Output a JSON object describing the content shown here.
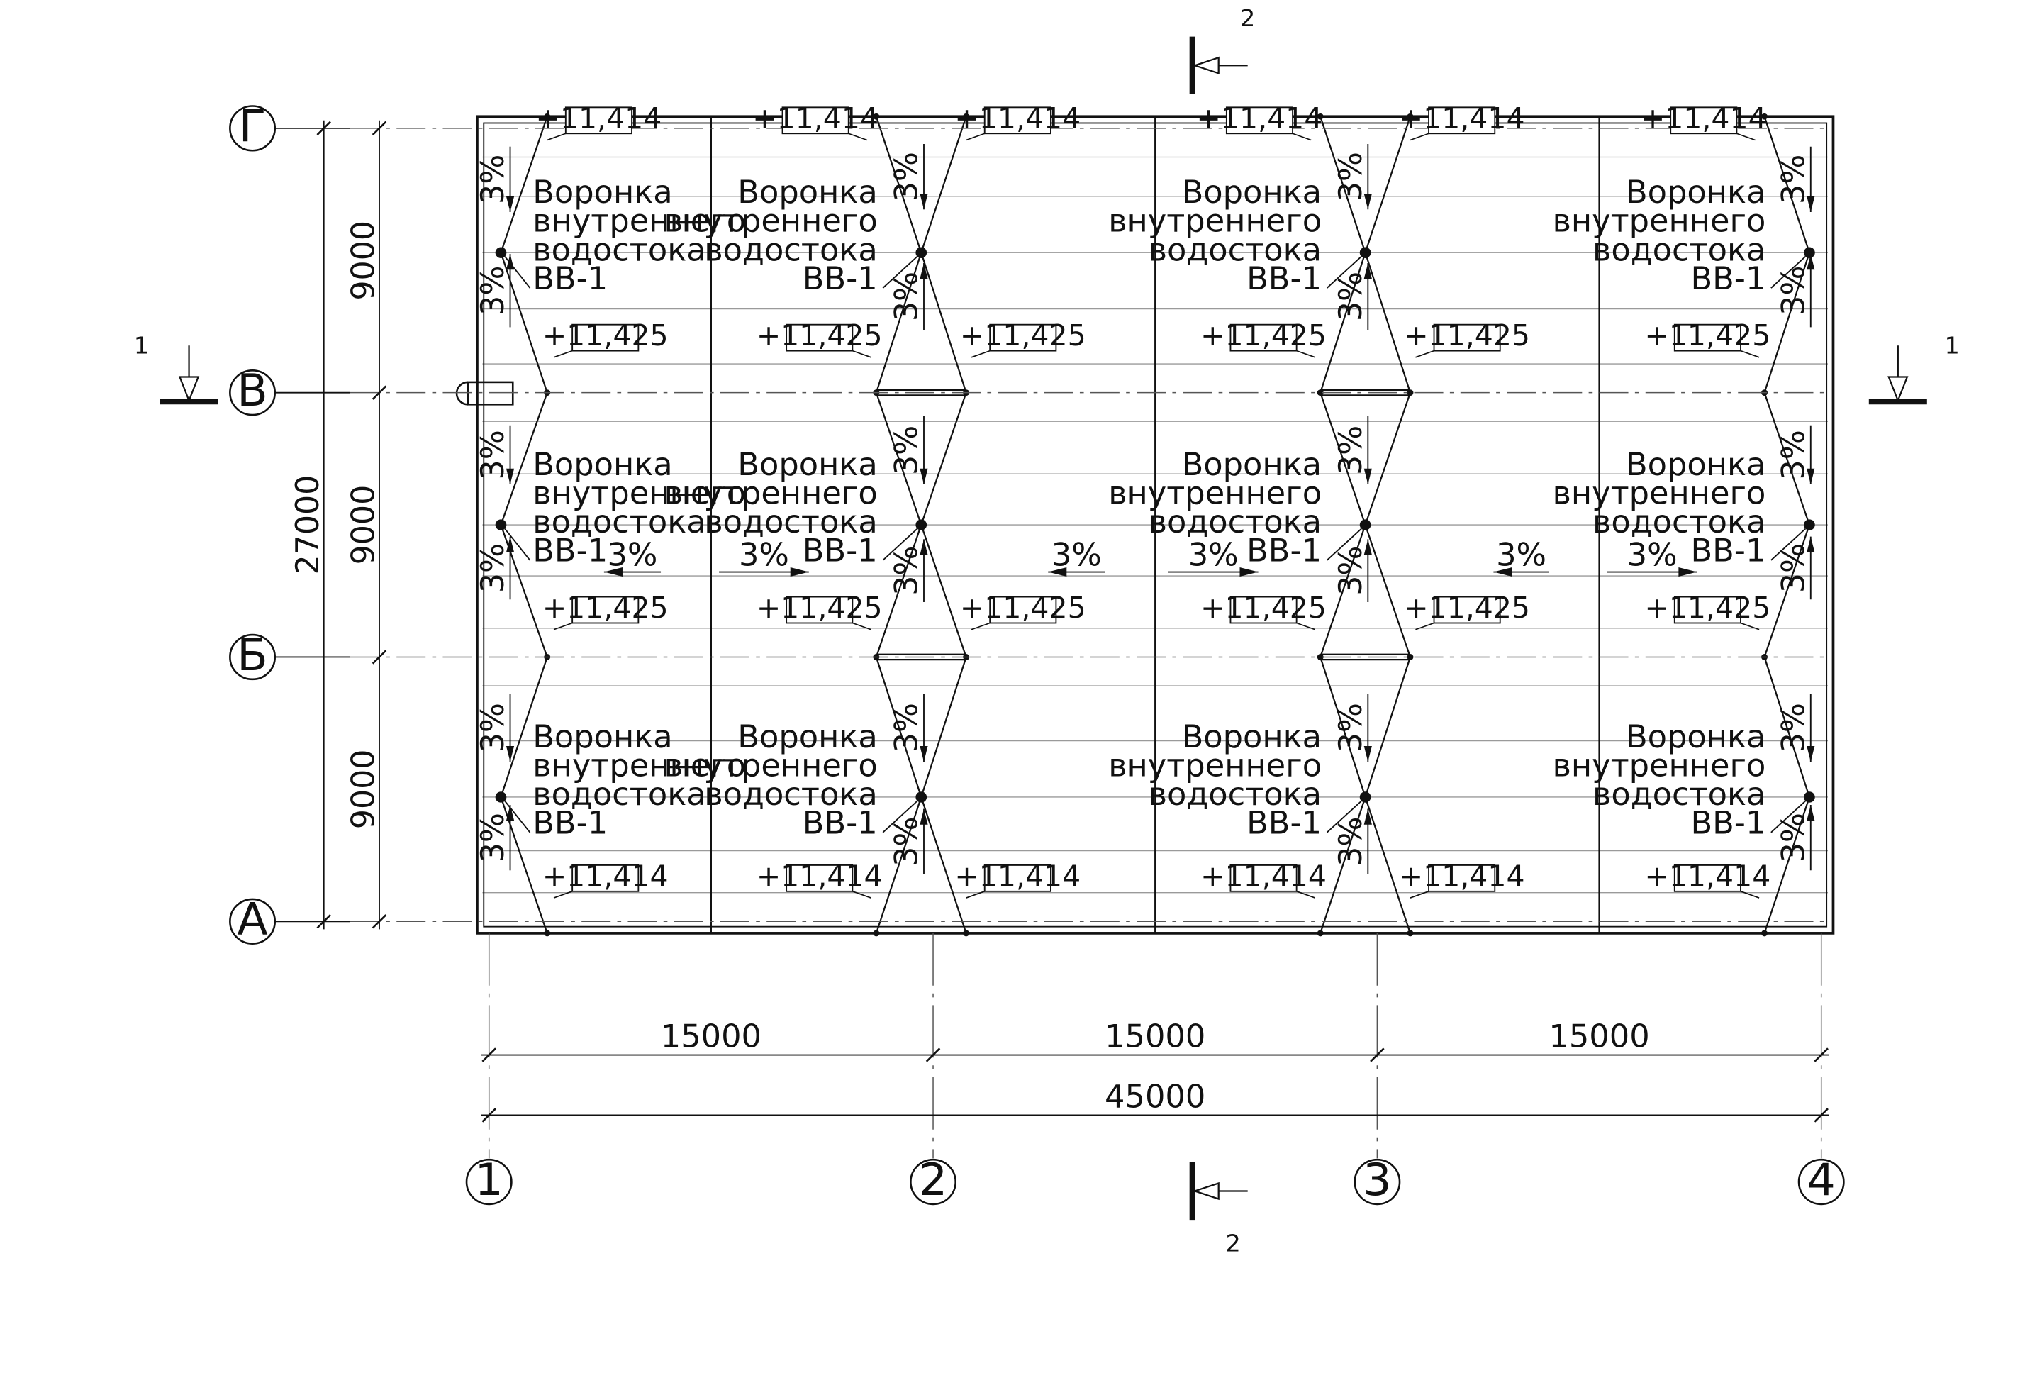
{
  "axes": {
    "rows": [
      "Г",
      "В",
      "Б",
      "А"
    ],
    "cols": [
      "1",
      "2",
      "3",
      "4"
    ]
  },
  "dimensions": {
    "row_spans": [
      "9000",
      "9000",
      "9000"
    ],
    "total_height": "27000",
    "col_spans": [
      "15000",
      "15000",
      "15000"
    ],
    "total_width": "45000"
  },
  "section_marks": {
    "horizontal": "1",
    "vertical": "2"
  },
  "slope_label": "3%",
  "funnel_label_lines": [
    "Воронка",
    "внутреннего",
    "водостока",
    "ВВ-1"
  ],
  "elevations": {
    "edge": "+11,414",
    "ridge": "+11,425"
  },
  "colors": {
    "line": "#111111",
    "grid": "#9a9a9a"
  }
}
